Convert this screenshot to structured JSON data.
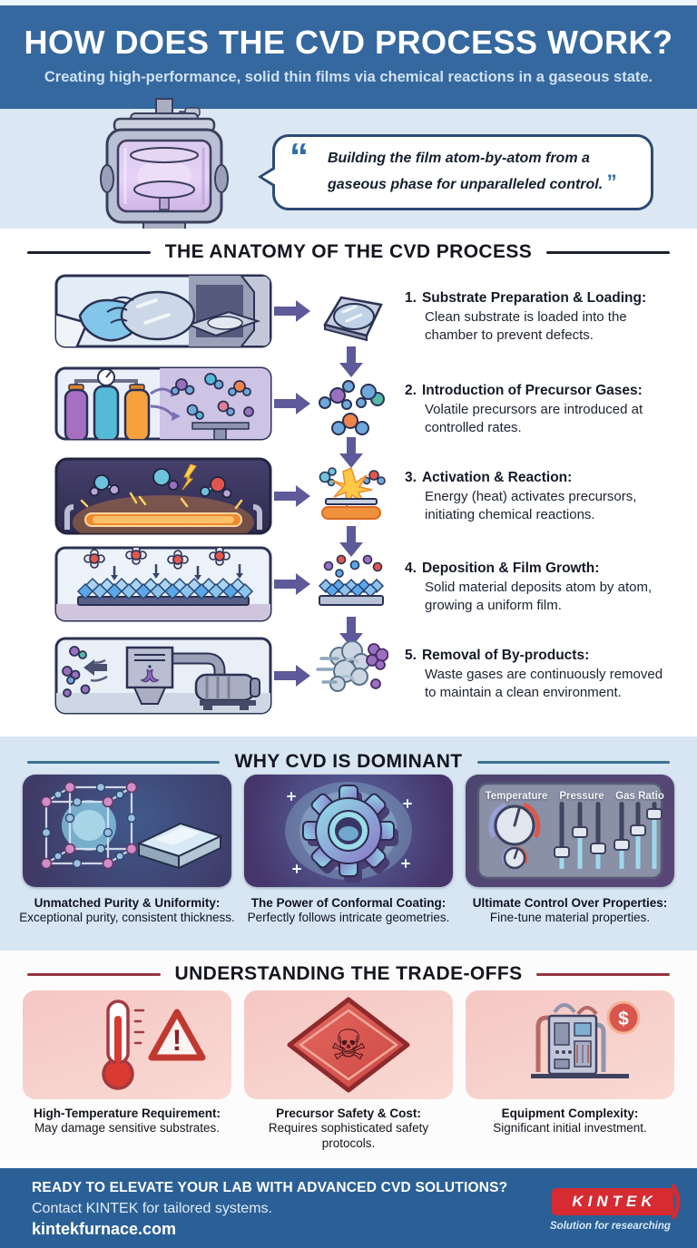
{
  "header": {
    "title": "HOW DOES THE CVD PROCESS WORK?",
    "subtitle": "Creating high-performance, solid thin films via chemical reactions in a gaseous state."
  },
  "hero": {
    "quote": "Building the film atom-by-atom from a gaseous phase for unparalleled control.",
    "open_quote": "“",
    "close_quote": "”"
  },
  "anatomy": {
    "title": "THE ANATOMY OF THE CVD PROCESS",
    "steps": [
      {
        "number": "1.",
        "title": "Substrate Preparation & Loading:",
        "description": "Clean substrate is loaded into the chamber to prevent defects."
      },
      {
        "number": "2.",
        "title": "Introduction of Precursor Gases:",
        "description": "Volatile precursors are introduced at controlled rates."
      },
      {
        "number": "3.",
        "title": "Activation & Reaction:",
        "description": "Energy (heat) activates precursors, initiating chemical reactions."
      },
      {
        "number": "4.",
        "title": "Deposition & Film Growth:",
        "description": "Solid material deposits atom by atom, growing a uniform film."
      },
      {
        "number": "5.",
        "title": "Removal of By-products:",
        "description": "Waste gases are continuously removed to maintain a clean environment."
      }
    ]
  },
  "dominant": {
    "title": "WHY CVD IS DOMINANT",
    "cards": [
      {
        "title": "Unmatched Purity & Uniformity:",
        "description": "Exceptional purity, consistent thickness."
      },
      {
        "title": "The Power of Conformal Coating:",
        "description": "Perfectly follows intricate geometries."
      },
      {
        "title": "Ultimate Control Over Properties:",
        "description": "Fine-tune material properties.",
        "panel_labels": [
          "Temperature",
          "Pressure",
          "Gas Ratio"
        ]
      }
    ]
  },
  "tradeoffs": {
    "title": "UNDERSTANDING THE TRADE-OFFS",
    "cards": [
      {
        "title": "High-Temperature Requirement:",
        "description": "May damage sensitive substrates."
      },
      {
        "title": "Precursor Safety & Cost:",
        "description": "Requires sophisticated safety protocols."
      },
      {
        "title": "Equipment Complexity:",
        "description": "Significant initial investment."
      }
    ]
  },
  "footer": {
    "headline": "READY TO ELEVATE YOUR LAB WITH ADVANCED CVD SOLUTIONS?",
    "contact": "Contact KINTEK for tailored systems.",
    "website": "kintekfurnace.com",
    "logo_text": "KINTEK",
    "tagline": "Solution for researching"
  },
  "icons": {
    "open_quote": "“",
    "close_quote": "”",
    "warning": "!",
    "skull": "☠",
    "dollar": "$"
  },
  "colors": {
    "header_blue": "#35689e",
    "band_light_blue": "#dbe8f4",
    "arrow_purple": "#5e5a99",
    "outline_navy": "#2b3152",
    "kintek_red": "#d62b31",
    "hazard_red": "#c23b31",
    "footer_blue": "#2b6096"
  }
}
